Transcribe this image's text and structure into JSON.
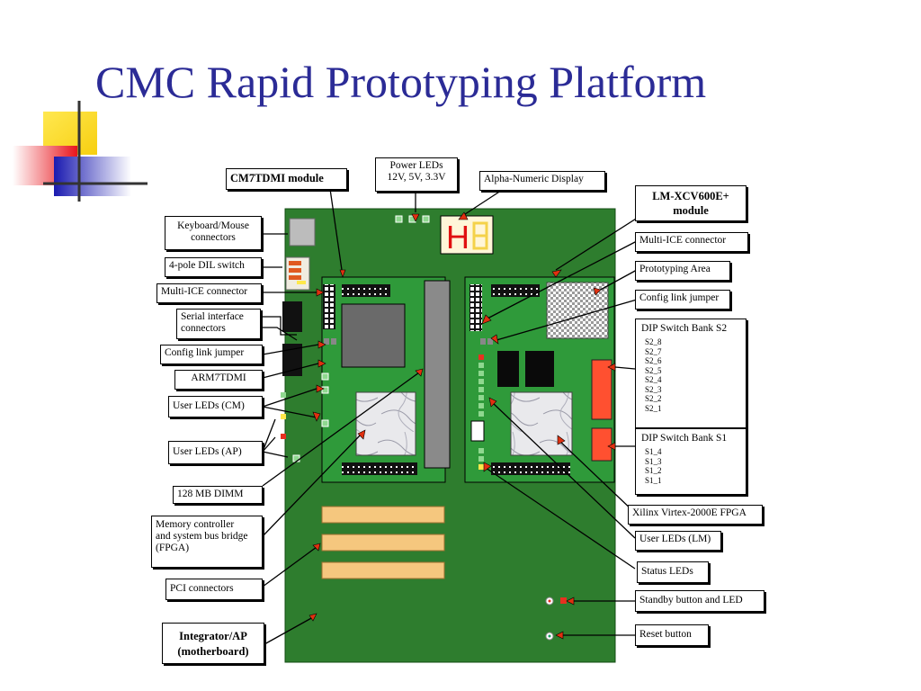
{
  "slide": {
    "title": "CMC Rapid Prototyping Platform"
  },
  "diagram": {
    "labels": {
      "cm7tdmi_module": "CM7TDMI module",
      "power_leds_line1": "Power LEDs",
      "power_leds_line2": "12V, 5V, 3.3V",
      "alpha_numeric_display": "Alpha-Numeric Display",
      "lm_module_line1": "LM-XCV600E+",
      "lm_module_line2": "module",
      "keyboard_mouse_line1": "Keyboard/Mouse",
      "keyboard_mouse_line2": "connectors",
      "dil_switch": "4-pole DIL switch",
      "multi_ice_left": "Multi-ICE connector",
      "serial_interface_line1": "Serial interface",
      "serial_interface_line2": "connectors",
      "config_link_left": "Config link jumper",
      "arm7tdmi": "ARM7TDMI",
      "user_leds_cm": "User LEDs (CM)",
      "user_leds_ap": "User LEDs (AP)",
      "dimm": "128 MB DIMM",
      "memory_controller_line1": "Memory controller",
      "memory_controller_line2": "and system bus bridge",
      "memory_controller_line3": "(FPGA)",
      "pci_connectors": "PCI connectors",
      "integrator_line1": "Integrator/AP",
      "integrator_line2": "(motherboard)",
      "multi_ice_right": "Multi-ICE connector",
      "prototyping_area": "Prototyping Area",
      "config_link_right": "Config link jumper",
      "dip_bank_s2": "DIP Switch Bank S2",
      "dip_bank_s1": "DIP Switch Bank S1",
      "xilinx_fpga": "Xilinx Virtex-2000E FPGA",
      "user_leds_lm": "User LEDs (LM)",
      "status_leds": "Status LEDs",
      "standby": "Standby button and LED",
      "reset": "Reset button"
    },
    "s2_switches": [
      "S2_8",
      "S2_7",
      "S2_6",
      "S2_5",
      "S2_4",
      "S2_3",
      "S2_2",
      "S2_1"
    ],
    "s1_switches": [
      "S1_4",
      "S1_3",
      "S1_2",
      "S1_1"
    ],
    "display_chars": "H",
    "colors": {
      "title": "#2b2b96",
      "motherboard": "#2e7d2e",
      "module": "#2f9a3a",
      "arrow": "#e03010",
      "dimm_slot": "#f5c77e",
      "dip_switch": "#ff5030"
    }
  }
}
